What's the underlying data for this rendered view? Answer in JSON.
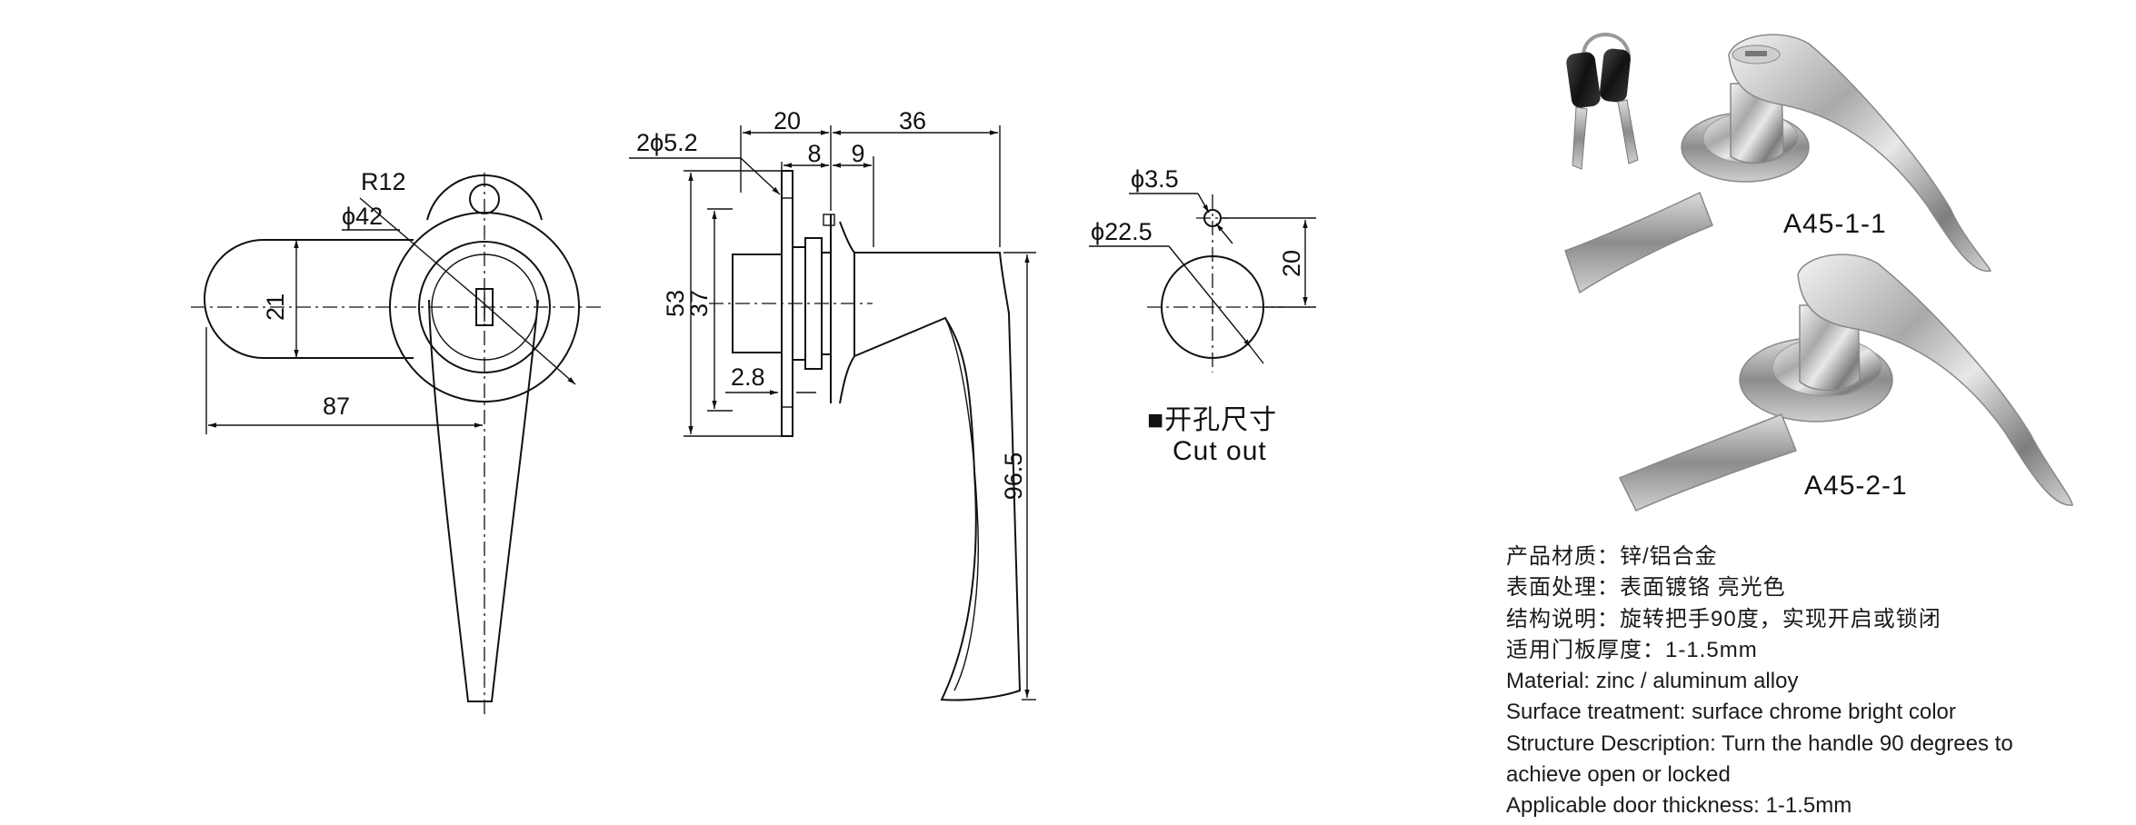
{
  "front_view": {
    "dims": {
      "r12": "R12",
      "phi42": "ϕ42",
      "d21": "21",
      "d87": "87"
    }
  },
  "side_view": {
    "dims": {
      "hole": "2ϕ5.2",
      "d20": "20",
      "d36": "36",
      "d8": "8",
      "d9": "9",
      "d53": "53",
      "d37": "37",
      "d2_8": "2.8",
      "d96_5": "96.5"
    }
  },
  "cutout": {
    "dims": {
      "phi3_5": "ϕ3.5",
      "phi22_5": "ϕ22.5",
      "d20": "20"
    },
    "label_cn": "■开孔尺寸",
    "label_en": "Cut out"
  },
  "products": [
    {
      "model": "A45-1-1"
    },
    {
      "model": "A45-2-1"
    }
  ],
  "specs": [
    "产品材质：锌/铝合金",
    "表面处理：表面镀铬 亮光色",
    "结构说明：旋转把手90度，实现开启或锁闭",
    "适用门板厚度：1-1.5mm",
    "Material: zinc / aluminum alloy",
    "Surface treatment: surface chrome bright color",
    "Structure Description: Turn the handle 90 degrees to",
    "achieve open or locked",
    "Applicable door thickness: 1-1.5mm"
  ]
}
